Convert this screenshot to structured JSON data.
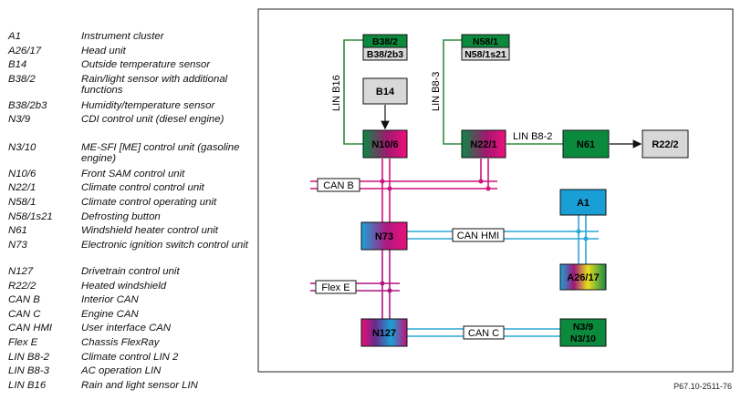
{
  "legend": [
    {
      "code": "A1",
      "desc": "Instrument cluster"
    },
    {
      "code": "A26/17",
      "desc": "Head unit"
    },
    {
      "code": "B14",
      "desc": "Outside temperature sensor"
    },
    {
      "code": "B38/2",
      "desc": "Rain/light sensor with additional functions"
    },
    {
      "code": "B38/2b3",
      "desc": "Humidity/temperature sensor"
    },
    {
      "code": "N3/9",
      "desc": "CDI control unit (diesel engine)"
    },
    {
      "code": "N3/10",
      "desc": "ME-SFI [ME] control unit (gasoline engine)"
    },
    {
      "code": "N10/6",
      "desc": "Front SAM control unit"
    },
    {
      "code": "N22/1",
      "desc": "Climate control control unit"
    },
    {
      "code": "N58/1",
      "desc": "Climate control operating unit"
    },
    {
      "code": "N58/1s21",
      "desc": "Defrosting button"
    },
    {
      "code": "N61",
      "desc": "Windshield heater control unit"
    },
    {
      "code": "N73",
      "desc": "Electronic ignition switch control unit"
    },
    {
      "code": "N127",
      "desc": "Drivetrain control unit"
    },
    {
      "code": "R22/2",
      "desc": "Heated windshield"
    },
    {
      "code": "CAN B",
      "desc": "Interior CAN"
    },
    {
      "code": "CAN C",
      "desc": "Engine CAN"
    },
    {
      "code": "CAN HMI",
      "desc": "User interface CAN"
    },
    {
      "code": "Flex E",
      "desc": "Chassis FlexRay"
    },
    {
      "code": "LIN B8-2",
      "desc": "Climate control LIN 2"
    },
    {
      "code": "LIN B8-3",
      "desc": "AC operation LIN"
    },
    {
      "code": "LIN B16",
      "desc": "Rain and light sensor LIN"
    }
  ],
  "nodes": {
    "b38_2": "B38/2",
    "b38_2b3": "B38/2b3",
    "b14": "B14",
    "n10_6": "N10/6",
    "n58_1": "N58/1",
    "n58_1s21": "N58/1s21",
    "n22_1": "N22/1",
    "n61": "N61",
    "r22_2": "R22/2",
    "a1": "A1",
    "n73": "N73",
    "a26_17": "A26/17",
    "n127": "N127",
    "n3_9": "N3/9",
    "n3_10": "N3/10"
  },
  "buses": {
    "can_b": "CAN B",
    "can_hmi": "CAN HMI",
    "flex_e": "Flex E",
    "can_c": "CAN C",
    "lin_b16": "LIN B16",
    "lin_b8_3": "LIN B8-3",
    "lin_b8_2": "LIN B8-2"
  },
  "reference": "P67.10-2511-76",
  "colors": {
    "lin": "#2e8b3e",
    "can_b": "#d0107a",
    "can_hmi": "#2aa7d6",
    "can_c": "#2aa7d6",
    "flex": "#b0127e",
    "green_unit": "#0b8a3e",
    "grey_unit": "#d8d8d8",
    "blue_unit": "#1a9ed6"
  },
  "icons": [
    "arrow-down-icon",
    "arrow-right-icon"
  ]
}
